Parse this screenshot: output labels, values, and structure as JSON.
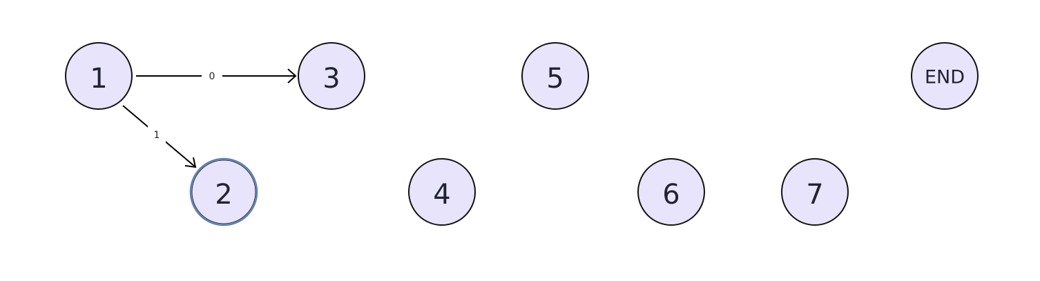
{
  "nodes": {
    "n1": {
      "label": "1"
    },
    "n2": {
      "label": "2"
    },
    "n3": {
      "label": "3"
    },
    "n4": {
      "label": "4"
    },
    "n5": {
      "label": "5"
    },
    "n6": {
      "label": "6"
    },
    "n7": {
      "label": "7"
    },
    "end": {
      "label": "END"
    }
  },
  "edges": {
    "e1_3": {
      "from": "1",
      "to": "3",
      "label": "0"
    },
    "e1_2": {
      "from": "1",
      "to": "2",
      "label": "1"
    }
  },
  "selected_node": "2",
  "colors": {
    "node_fill": "#e8e4fb",
    "node_stroke": "#111111",
    "selected_stroke": "#5e7fb0"
  }
}
